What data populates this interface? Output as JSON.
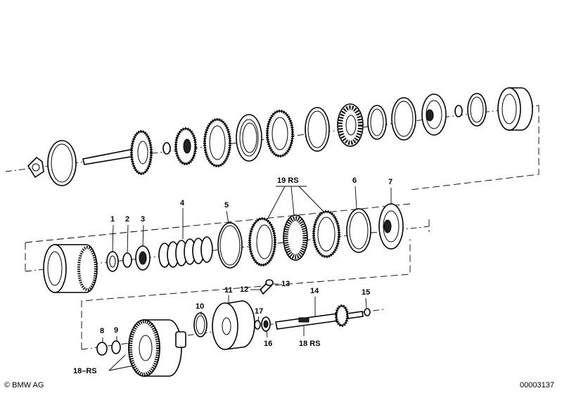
{
  "callouts": {
    "n1": "1",
    "n2": "2",
    "n3": "3",
    "n4": "4",
    "n5": "5",
    "n6": "6",
    "n7": "7",
    "n8": "8",
    "n9": "9",
    "n10": "10",
    "n11": "11",
    "n12": "12",
    "n13": "13",
    "n14": "14",
    "n15": "15",
    "n16": "16",
    "n17": "17",
    "n18_shaft": "18 RS",
    "n18_drum": "18–RS",
    "n19": "19 RS"
  },
  "footer": {
    "copyright": "© BMW AG",
    "diagram_id": "00003137"
  }
}
